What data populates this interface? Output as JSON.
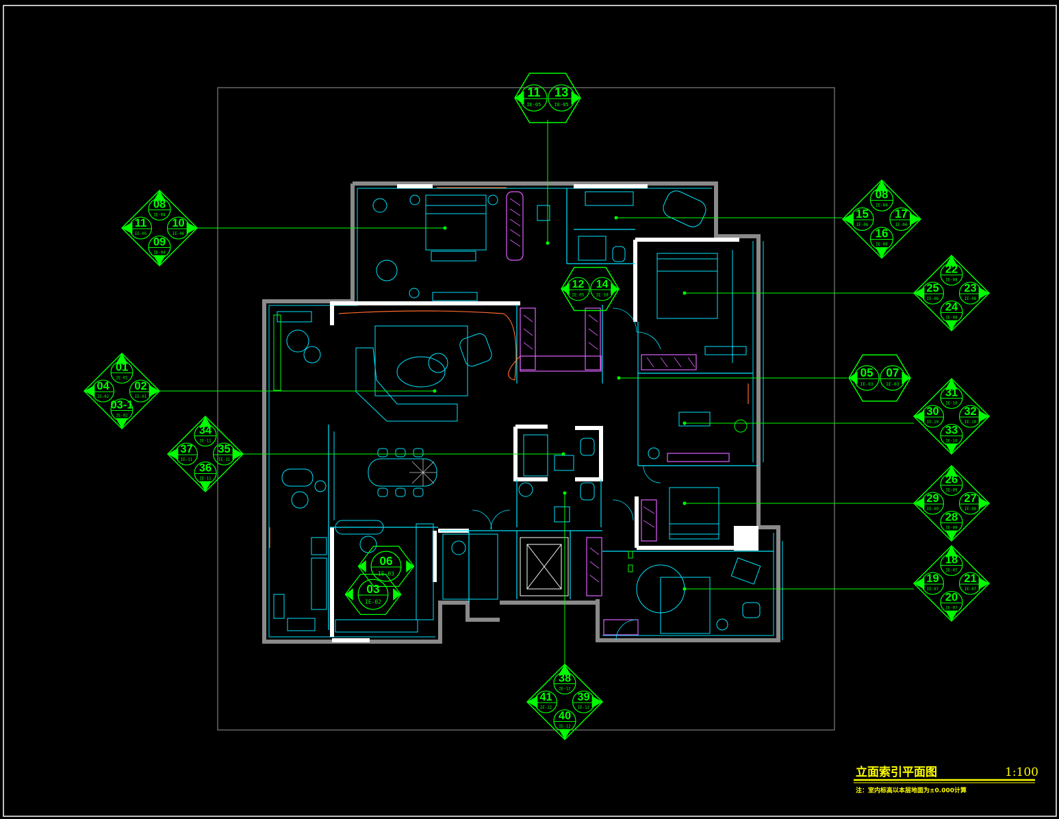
{
  "colors": {
    "background": "#000000",
    "frame": "#ffffff",
    "wall": "#8a8a8a",
    "wall_white": "#ffffff",
    "furniture": "#00e5ff",
    "index_green": "#00ff00",
    "cabinet_magenta": "#e060ff",
    "title_yellow": "#ffff00",
    "accent_orange": "#ff6a2a"
  },
  "drawing": {
    "title": "立面索引平面图",
    "scale": "1:100",
    "note": "注：室内标高以本层地面为±0.000计算"
  },
  "index_symbols": [
    {
      "name": "master-bedroom-index",
      "numbers": {
        "top": "08",
        "left": "11",
        "right": "10",
        "bottom": "09"
      },
      "refs": {
        "top": "IE-04",
        "left": "IE-05",
        "right": "IE-06",
        "bottom": "IE-04"
      }
    },
    {
      "name": "corridor-index",
      "numbers": {
        "left": "11",
        "right": "13"
      },
      "refs": {
        "left": "IE-05",
        "right": "IE-05"
      }
    },
    {
      "name": "bathroom-index",
      "numbers": {
        "top": "08",
        "left": "15",
        "right": "17",
        "bottom": "16"
      },
      "refs": {
        "top": "IE-04",
        "left": "IE-06",
        "right": "IE-06",
        "bottom": "IE-06"
      }
    },
    {
      "name": "bedroom-2-index",
      "numbers": {
        "top": "22",
        "left": "25",
        "right": "23",
        "bottom": "24"
      },
      "refs": {
        "top": "IE-08",
        "left": "IE-08",
        "right": "IE-08",
        "bottom": "IE-08"
      }
    },
    {
      "name": "hall-index",
      "numbers": {
        "left": "05",
        "right": "07"
      },
      "refs": {
        "left": "IE-03",
        "right": "IE-03"
      }
    },
    {
      "name": "study-index",
      "numbers": {
        "top": "31",
        "left": "30",
        "right": "32",
        "bottom": "33"
      },
      "refs": {
        "top": "IE-10",
        "left": "IE-10",
        "right": "IE-10",
        "bottom": "IE-10"
      }
    },
    {
      "name": "bedroom-3-index",
      "numbers": {
        "top": "26",
        "left": "29",
        "right": "27",
        "bottom": "28"
      },
      "refs": {
        "top": "IE-09",
        "left": "IE-09",
        "right": "IE-09",
        "bottom": "IE-09"
      }
    },
    {
      "name": "bedroom-4-index",
      "numbers": {
        "top": "18",
        "left": "19",
        "right": "21",
        "bottom": "20"
      },
      "refs": {
        "top": "IE-07",
        "left": "IE-07",
        "right": "IE-07",
        "bottom": "IE-07"
      }
    },
    {
      "name": "living-room-index",
      "numbers": {
        "top": "01",
        "left": "04",
        "right": "02",
        "bottom": "03-1"
      },
      "refs": {
        "top": "IE-01",
        "left": "IE-02",
        "right": "IE-01",
        "bottom": "IE-02"
      }
    },
    {
      "name": "dining-room-index",
      "numbers": {
        "top": "34",
        "left": "37",
        "right": "35",
        "bottom": "36"
      },
      "refs": {
        "top": "IE-11",
        "left": "IE-11",
        "right": "IE-11",
        "bottom": "IE-11"
      }
    },
    {
      "name": "elevator-lobby-index",
      "numbers": {
        "top": "38",
        "left": "41",
        "right": "39",
        "bottom": "40"
      },
      "refs": {
        "top": "IE-12",
        "left": "IE-12",
        "right": "IE-12",
        "bottom": "IE-12"
      }
    },
    {
      "name": "study-niche-index",
      "numbers": {
        "left": "12",
        "right": "14"
      },
      "refs": {
        "left": "IE-05",
        "right": "IE-10"
      }
    },
    {
      "name": "kitchen-index-top",
      "numbers": {
        "center": "06"
      },
      "refs": {
        "center": "IE-03"
      }
    },
    {
      "name": "kitchen-index-bottom",
      "numbers": {
        "center": "03"
      },
      "refs": {
        "center": "IE-02"
      }
    }
  ]
}
